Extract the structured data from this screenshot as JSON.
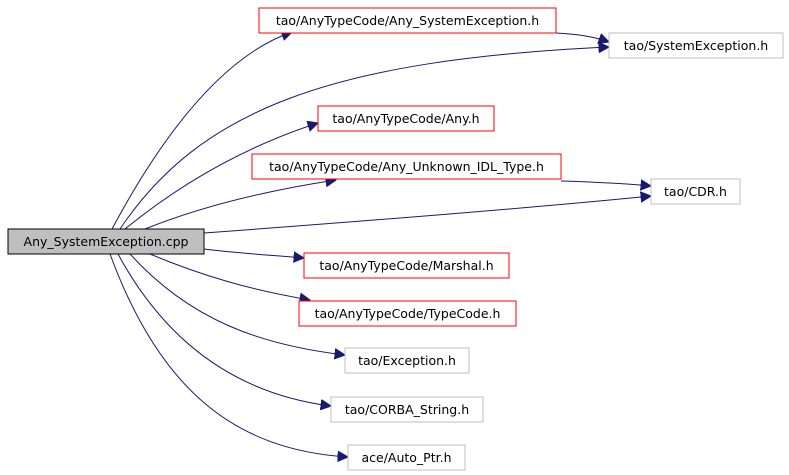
{
  "graph": {
    "root": {
      "label": "Any_SystemException.cpp",
      "fill": "#bfbfbf",
      "stroke": "#000000"
    },
    "nodes": [
      {
        "id": "n1",
        "label": "tao/AnyTypeCode/Any_SystemException.h",
        "border": "#ff0000"
      },
      {
        "id": "n2",
        "label": "tao/SystemException.h",
        "border": "#bfbfbf"
      },
      {
        "id": "n3",
        "label": "tao/AnyTypeCode/Any.h",
        "border": "#ff0000"
      },
      {
        "id": "n4",
        "label": "tao/AnyTypeCode/Any_Unknown_IDL_Type.h",
        "border": "#ff0000"
      },
      {
        "id": "n5",
        "label": "tao/CDR.h",
        "border": "#bfbfbf"
      },
      {
        "id": "n6",
        "label": "tao/AnyTypeCode/Marshal.h",
        "border": "#ff0000"
      },
      {
        "id": "n7",
        "label": "tao/AnyTypeCode/TypeCode.h",
        "border": "#ff0000"
      },
      {
        "id": "n8",
        "label": "tao/Exception.h",
        "border": "#bfbfbf"
      },
      {
        "id": "n9",
        "label": "tao/CORBA_String.h",
        "border": "#bfbfbf"
      },
      {
        "id": "n10",
        "label": "ace/Auto_Ptr.h",
        "border": "#bfbfbf"
      }
    ],
    "edges": [
      [
        "root",
        "n1"
      ],
      [
        "root",
        "n2"
      ],
      [
        "root",
        "n3"
      ],
      [
        "root",
        "n4"
      ],
      [
        "root",
        "n5"
      ],
      [
        "root",
        "n6"
      ],
      [
        "root",
        "n7"
      ],
      [
        "root",
        "n8"
      ],
      [
        "root",
        "n9"
      ],
      [
        "root",
        "n10"
      ],
      [
        "n1",
        "n2"
      ],
      [
        "n4",
        "n5"
      ]
    ],
    "edge_color": "#191970"
  }
}
